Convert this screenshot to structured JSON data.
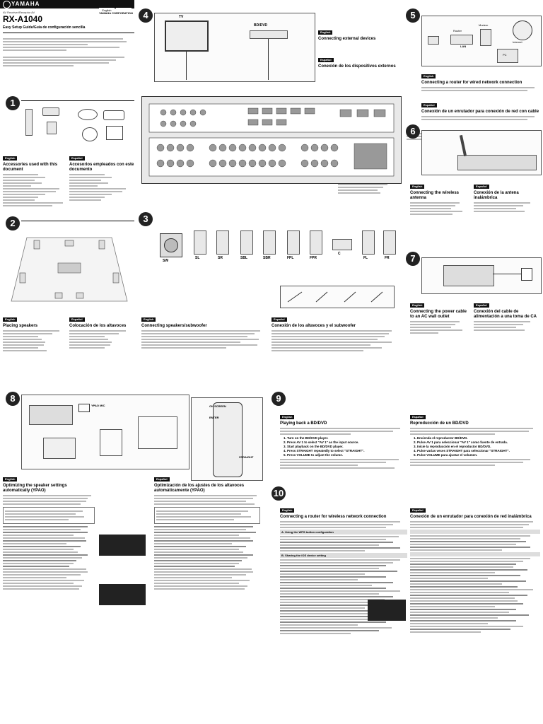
{
  "header": {
    "brand": "YAMAHA",
    "languages": [
      "English",
      "Español"
    ],
    "product_line": "AV Receiver/Receptor AV",
    "model": "RX-A1040",
    "subtitle": "Easy Setup Guide/Guía de configuración sencilla",
    "company": "YAMAHA CORPORATION"
  },
  "sections": {
    "s1": {
      "num": "1",
      "en_title": "Accessories used with this document",
      "es_title": "Accesorios empleados con este documento"
    },
    "s2": {
      "num": "2",
      "en_title": "Placing speakers",
      "es_title": "Colocación de los altavoces"
    },
    "s3": {
      "num": "3",
      "en_title": "Connecting speakers/subwoofer",
      "es_title": "Conexión de los altavoces y el subwoofer"
    },
    "s4": {
      "num": "4",
      "en_title": "Connecting external devices",
      "es_title": "Conexión de los dispositivos externos"
    },
    "s5": {
      "num": "5",
      "en_title": "Connecting a router for wired network connection",
      "es_title": "Conexión de un enrutador para conexión de red con cable"
    },
    "s6": {
      "num": "6",
      "en_title": "Connecting the wireless antenna",
      "es_title": "Conexión de la antena inalámbrica"
    },
    "s7": {
      "num": "7",
      "en_title": "Connecting the power cable to an AC wall outlet",
      "es_title": "Conexión del cable de alimentación a una toma de CA"
    },
    "s8": {
      "num": "8",
      "en_title": "Optimizing the speaker settings automatically (YPAO)",
      "es_title": "Optimización de los ajustes de los altavoces automáticamente (YPAO)"
    },
    "s9": {
      "num": "9",
      "en_title": "Playing back a BD/DVD",
      "es_title": "Reproducción de un BD/DVD"
    },
    "s10": {
      "num": "10",
      "en_title": "Connecting a router for wireless network connection",
      "es_title": "Conexión de un enrutador para conexión de red inalámbrica"
    }
  },
  "labels": {
    "lang_en": "English",
    "lang_es": "Español",
    "tv": "TV",
    "bd": "BD/DVD",
    "internet": "Internet",
    "modem": "Modem",
    "router": "Router",
    "lan": "LAN",
    "pc": "PC",
    "front_l": "FL",
    "front_r": "FR",
    "center": "C",
    "subwoofer": "SW",
    "surround_l": "SL",
    "surround_r": "SR",
    "sb_l": "SBL",
    "sb_r": "SBR",
    "fp_l": "FPL",
    "fp_r": "FPR",
    "ypao": "YPAO MIC",
    "on_screen": "ON SCREEN",
    "enter": "ENTER",
    "straight": "STRAIGHT",
    "wps_sub": "A. Using the WPS button configuration",
    "ios_sub": "B. Sharing the iOS device setting"
  },
  "en_steps_s9": [
    "Turn on the BD/DVD player.",
    "Press AV 1 to select \"AV 1\" as the input source.",
    "Start playback on the BD/DVD player.",
    "Press STRAIGHT repeatedly to select \"STRAIGHT\".",
    "Press VOLUME to adjust the volume."
  ],
  "es_steps_s9": [
    "Encienda el reproductor BD/DVD.",
    "Pulse AV 1 para seleccionar \"AV 1\" como fuente de entrada.",
    "Inicie la reproducción en el reproductor BD/DVD.",
    "Pulse varias veces STRAIGHT para seleccionar \"STRAIGHT\".",
    "Pulse VOLUME para ajustar el volumen."
  ]
}
